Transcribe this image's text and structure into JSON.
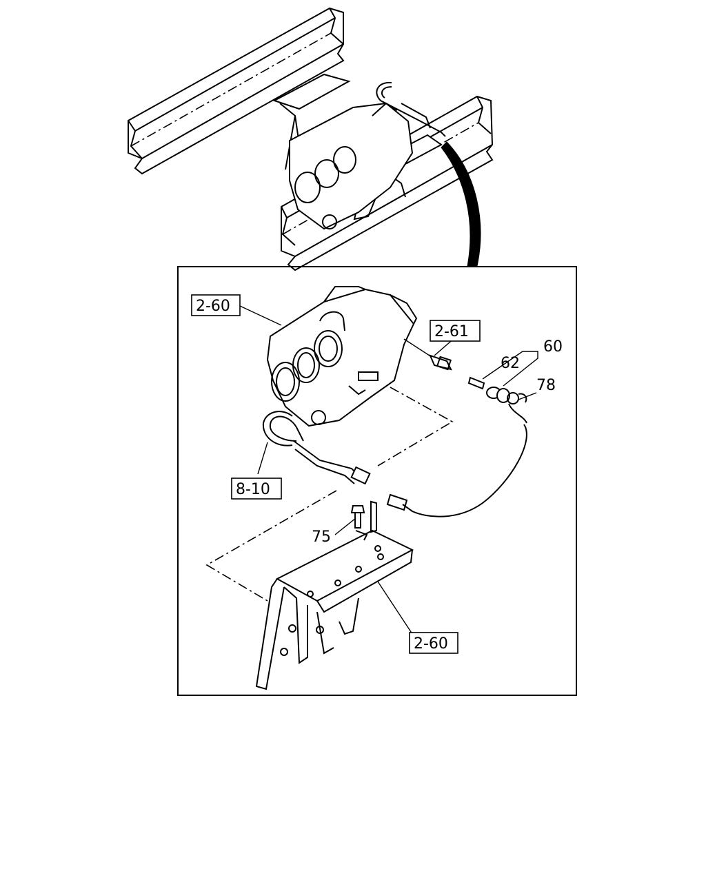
{
  "callouts": {
    "housing_top": "2-60",
    "sensor_boxed": "2-61",
    "harness_boxed": "8-10",
    "bracket_boxed": "2-60",
    "part_60": "60",
    "part_62": "62",
    "part_78": "78",
    "part_75": "75"
  }
}
